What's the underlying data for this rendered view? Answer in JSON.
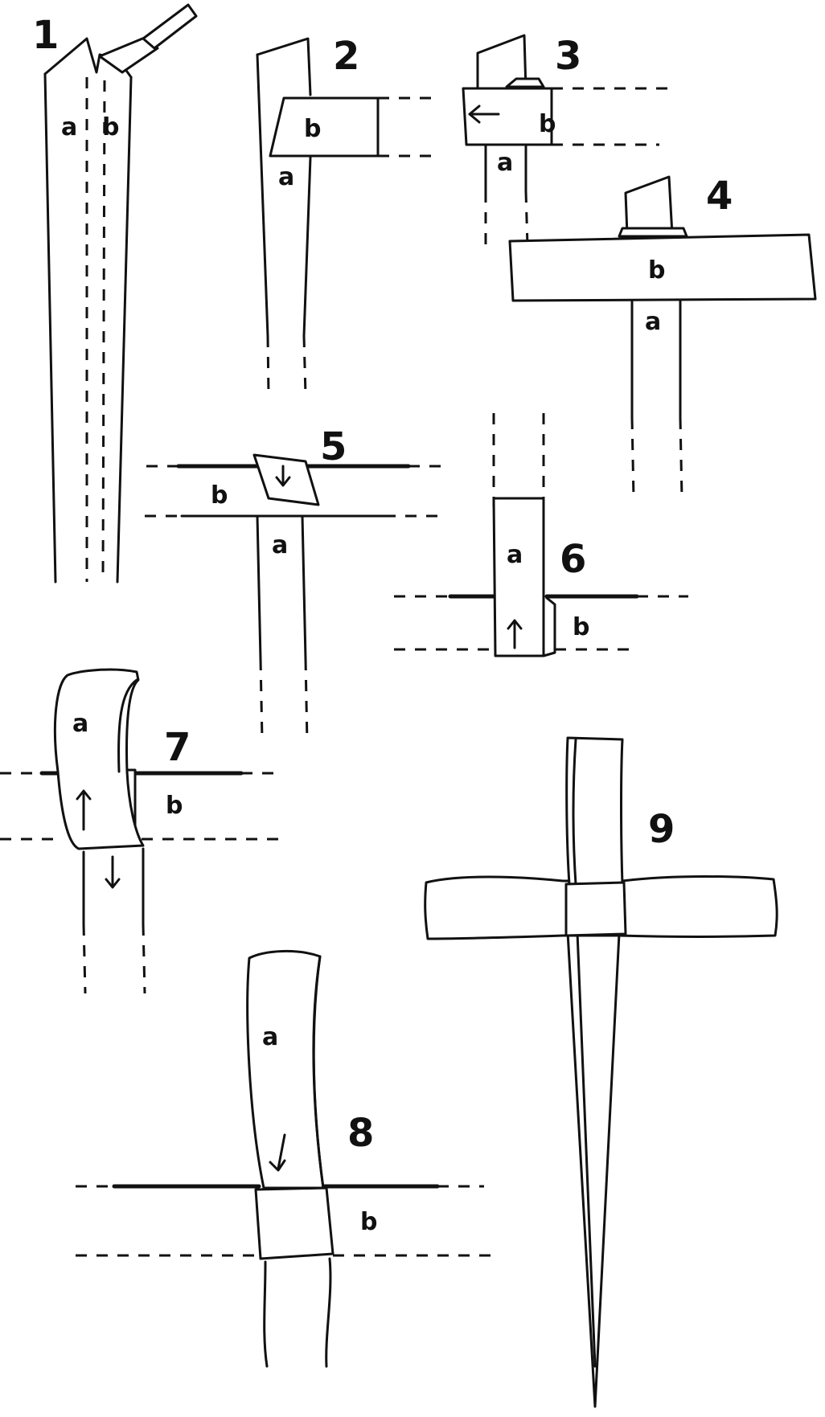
{
  "steps": [
    {
      "number": "1",
      "labels": {
        "a": "a",
        "b": "b"
      }
    },
    {
      "number": "2",
      "labels": {
        "a": "a",
        "b": "b"
      }
    },
    {
      "number": "3",
      "labels": {
        "a": "a",
        "b": "b"
      }
    },
    {
      "number": "4",
      "labels": {
        "a": "a",
        "b": "b"
      }
    },
    {
      "number": "5",
      "labels": {
        "a": "a",
        "b": "b"
      }
    },
    {
      "number": "6",
      "labels": {
        "a": "a",
        "b": "b"
      }
    },
    {
      "number": "7",
      "labels": {
        "a": "a",
        "b": "b"
      }
    },
    {
      "number": "8",
      "labels": {
        "a": "a",
        "b": "b"
      }
    },
    {
      "number": "9"
    }
  ],
  "icons": {
    "knife": "knife-icon",
    "arrow": "arrow-icon"
  }
}
